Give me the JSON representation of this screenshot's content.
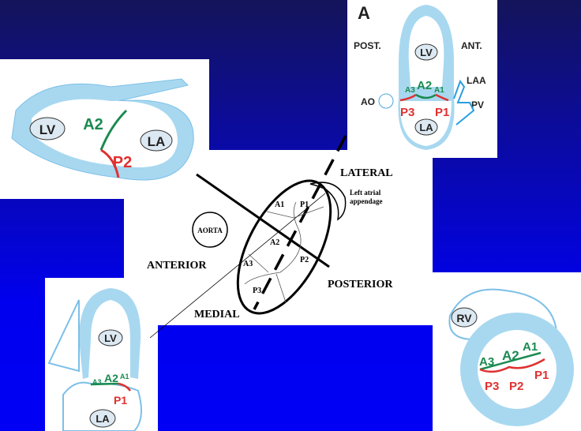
{
  "top_right_view": {
    "panel_letter": "A",
    "post": "POST.",
    "ant": "ANT.",
    "lv": "LV",
    "la": "LA",
    "laa": "LAA",
    "pv": "PV",
    "ao": "AO",
    "a1": "A1",
    "a2": "A2",
    "a3": "A3",
    "p1": "P1",
    "p3": "P3"
  },
  "top_left_view": {
    "lv": "LV",
    "la": "LA",
    "a2": "A2",
    "p2": "P2"
  },
  "center_diagram": {
    "lateral": "LATERAL",
    "laa_line1": "Left atrial",
    "laa_line2": "appendage",
    "aorta": "AORTA",
    "anterior": "ANTERIOR",
    "posterior": "POSTERIOR",
    "medial": "MEDIAL",
    "a1": "A1",
    "a2": "A2",
    "a3": "A3",
    "p1": "P1",
    "p2": "P2",
    "p3": "P3"
  },
  "bottom_left_view": {
    "lv": "LV",
    "la": "LA",
    "a1": "A1",
    "a2": "A2",
    "a3": "A3",
    "p1": "P1"
  },
  "bottom_right_view": {
    "rv": "RV",
    "a1": "A1",
    "a2": "A2",
    "a3": "A3",
    "p1": "P1",
    "p2": "P2",
    "p3": "P3"
  },
  "colors": {
    "tissue": "#a8d8f0",
    "anterior": "#1a8a50",
    "posterior": "#e03030"
  }
}
